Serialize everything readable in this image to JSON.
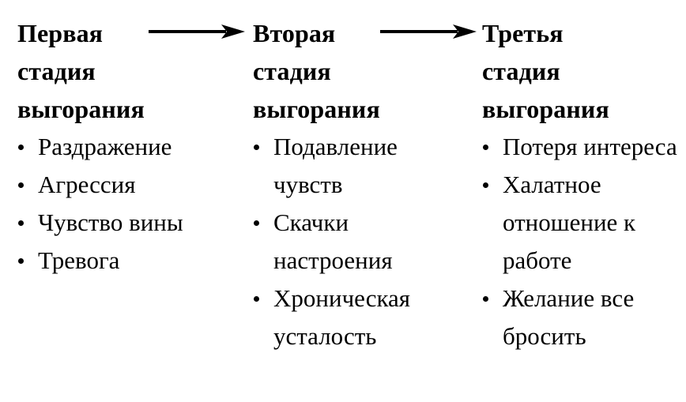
{
  "columns": [
    {
      "heading": "Первая\nстадия\nвыгорания",
      "items": [
        "Раздражение",
        "Агрессия",
        "Чувство вины",
        "Тревога"
      ]
    },
    {
      "heading": "Вторая\nстадия\nвыгорания",
      "items": [
        "Подавление чувств",
        "Скачки настроения",
        "Хроническая усталость"
      ]
    },
    {
      "heading": "Третья\nстадия\nвыгорания",
      "items": [
        "Потеря интереса",
        "Халатное отношение к работе",
        "Желание все бросить"
      ]
    }
  ],
  "arrows": [
    {
      "name": "arrow-stage1-to-stage2"
    },
    {
      "name": "arrow-stage2-to-stage3"
    }
  ],
  "colors": {
    "background": "#ffffff",
    "text": "#000000",
    "arrow": "#000000"
  }
}
